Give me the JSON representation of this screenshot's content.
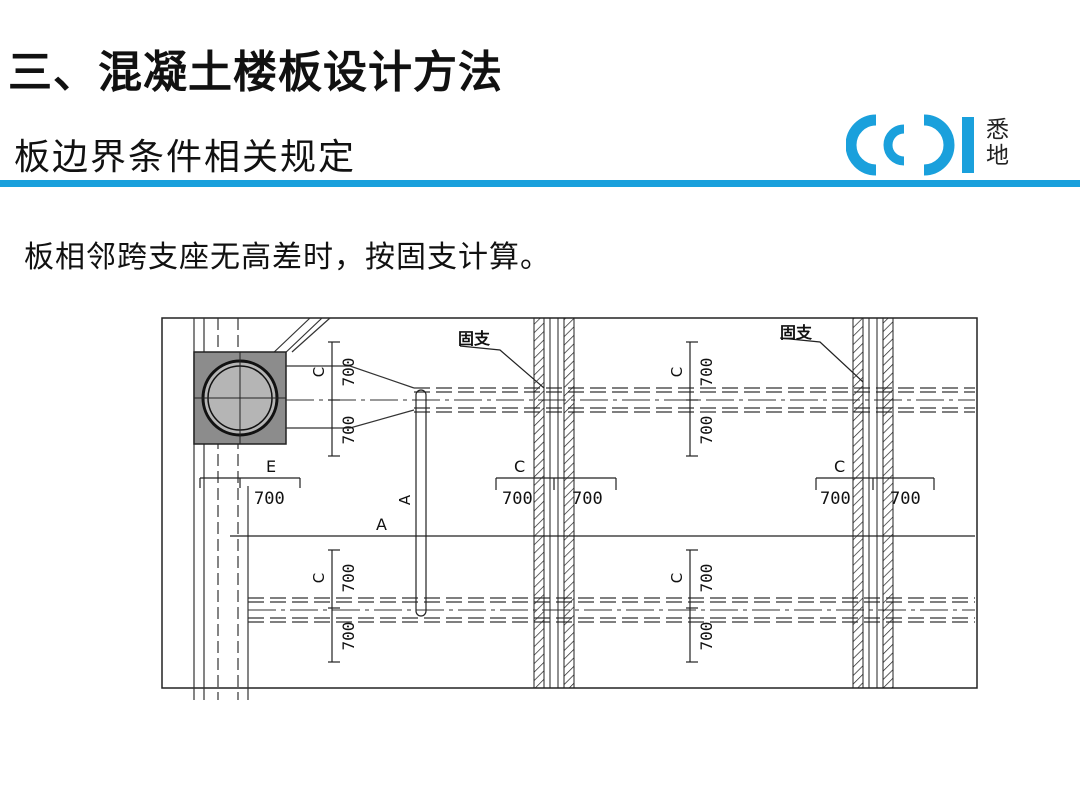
{
  "slide": {
    "title": "三、混凝土楼板设计方法",
    "subtitle": "板边界条件相关规定",
    "body": "板相邻跨支座无高差时，按固支计算。"
  },
  "logo": {
    "text_top": "悉",
    "text_bottom": "地",
    "color": "#1aa0dc"
  },
  "drawing": {
    "support_label": "固支",
    "label_c": "C",
    "label_e": "E",
    "label_a": "A",
    "dim_value": "700"
  },
  "colors": {
    "accent": "#1aa0dc",
    "text": "#111111",
    "column_fill": "#8c8c8c"
  }
}
